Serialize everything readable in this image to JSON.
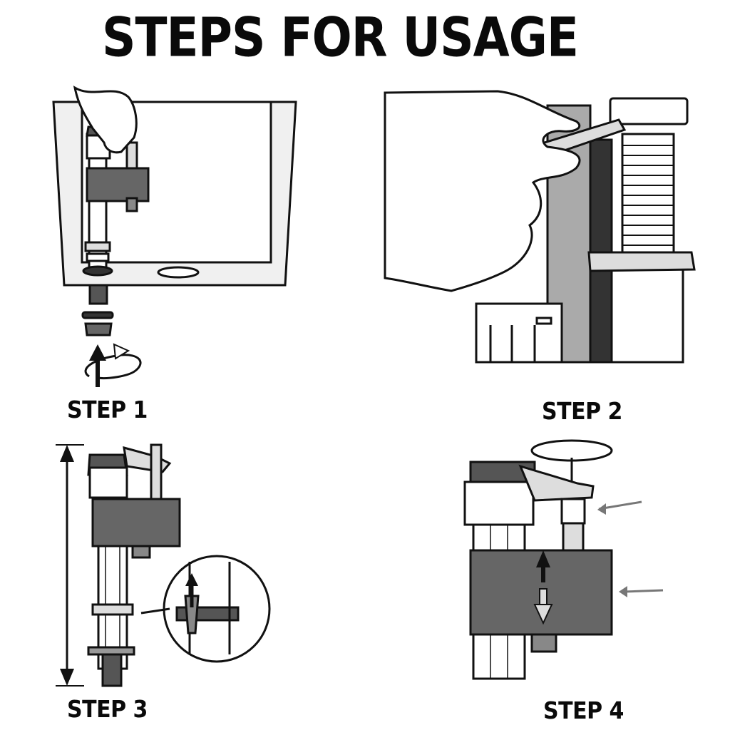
{
  "page": {
    "title": "STEPS FOR USAGE"
  },
  "steps": [
    {
      "label": "STEP 1",
      "illustration": "tank-install-illustration"
    },
    {
      "label": "STEP 2",
      "illustration": "valve-adjust-illustration"
    },
    {
      "label": "STEP 3",
      "illustration": "height-adjust-illustration"
    },
    {
      "label": "STEP 4",
      "illustration": "float-adjust-illustration"
    }
  ],
  "colors": {
    "ink": "#111111",
    "dark_gray": "#555555",
    "mid_gray": "#9a9a9a",
    "light_gray": "#e6e6e6",
    "paper": "#ffffff"
  }
}
